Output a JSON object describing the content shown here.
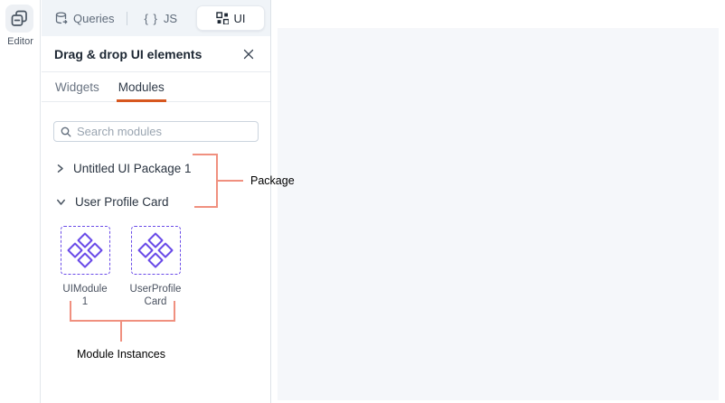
{
  "left_rail": {
    "editor_label": "Editor"
  },
  "top_bar": {
    "queries_label": "Queries",
    "js_braces": "{ }",
    "js_label": "JS",
    "ui_label": "UI"
  },
  "panel": {
    "title": "Drag & drop UI elements",
    "tabs": [
      {
        "label": "Widgets",
        "active": false
      },
      {
        "label": "Modules",
        "active": true
      }
    ],
    "search": {
      "placeholder": "Search modules"
    },
    "packages": [
      {
        "name": "Untitled UI Package 1",
        "expanded": false
      },
      {
        "name": "User Profile Card",
        "expanded": true
      }
    ],
    "modules": [
      {
        "name": "UIModule 1"
      },
      {
        "name": "UserProfileCard"
      }
    ]
  },
  "annotations": {
    "package_label": "Package",
    "instances_label": "Module Instances"
  },
  "colors": {
    "accent_orange": "#D7571F",
    "module_purple": "#6B4CE8",
    "annotation_salmon": "#F0907F",
    "topbar_gray": "#F0F4F8",
    "canvas_gray": "#F5F7FA"
  }
}
